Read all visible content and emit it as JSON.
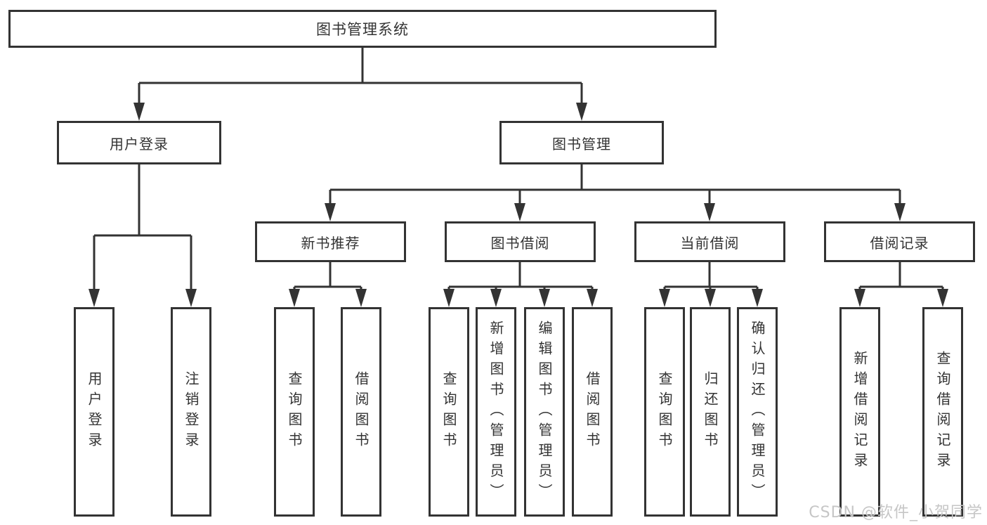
{
  "tree": {
    "title": "图书管理系统",
    "children": [
      {
        "label": "用户登录",
        "children": [
          {
            "label": "用户登录"
          },
          {
            "label": "注销登录"
          }
        ]
      },
      {
        "label": "图书管理",
        "children": [
          {
            "label": "新书推荐",
            "children": [
              {
                "label": "查询图书"
              },
              {
                "label": "借阅图书"
              }
            ]
          },
          {
            "label": "图书借阅",
            "children": [
              {
                "label": "查询图书"
              },
              {
                "label": "新增图书（管理员）"
              },
              {
                "label": "编辑图书（管理员）"
              },
              {
                "label": "借阅图书"
              }
            ]
          },
          {
            "label": "当前借阅",
            "children": [
              {
                "label": "查询图书"
              },
              {
                "label": "归还图书"
              },
              {
                "label": "确认归还（管理员）"
              }
            ]
          },
          {
            "label": "借阅记录",
            "children": [
              {
                "label": "新增借阅记录"
              },
              {
                "label": "查询借阅记录"
              }
            ]
          }
        ]
      }
    ]
  },
  "watermark": "CSDN @软件_小贺同学",
  "colors": {
    "line": "#333333",
    "text": "#333333",
    "box_fill": "#ffffff",
    "background": "#ffffff",
    "watermark": "#c6c6c6"
  }
}
